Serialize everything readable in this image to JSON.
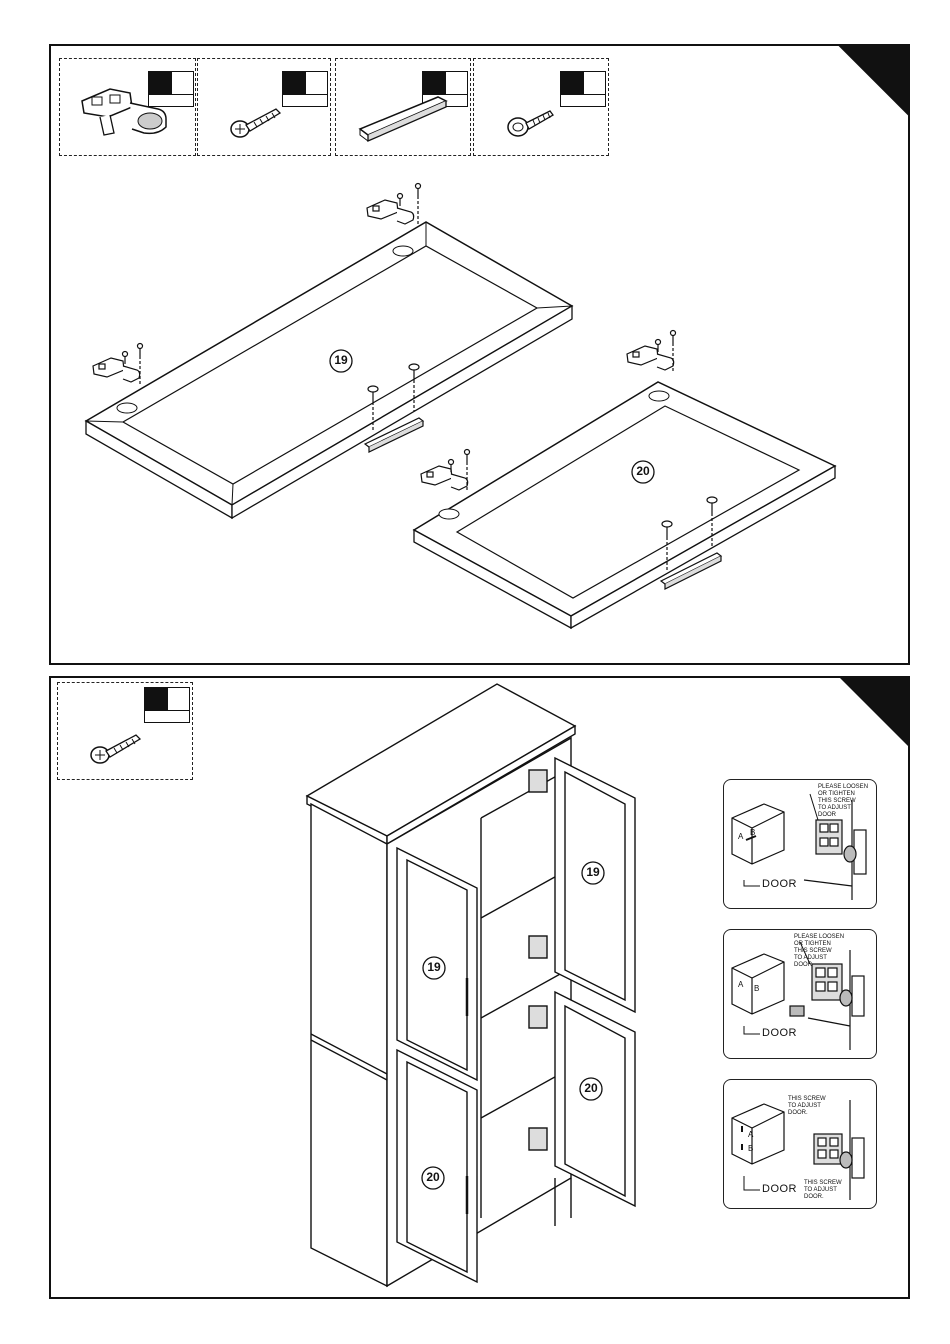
{
  "step_a": {
    "parts": [
      {
        "icon": "hinge-icon"
      },
      {
        "icon": "wood-screw-icon"
      },
      {
        "icon": "door-stop-strip-icon"
      },
      {
        "icon": "machine-screw-icon"
      }
    ],
    "door_19_label": "19",
    "door_20_label": "20"
  },
  "step_b": {
    "parts": [
      {
        "icon": "wood-screw-icon"
      }
    ],
    "door_labels": [
      "19",
      "19",
      "20",
      "20"
    ],
    "details": [
      {
        "note": "PLEASE LOOSEN\nOR TIGHTEN\nTHIS SCREW\nTO ADJUST\nDOOR",
        "door_label": "DOOR",
        "a": "A",
        "b": "B"
      },
      {
        "note": "PLEASE LOOSEN\nOR TIGHTEN\nTHIS SCREW\nTO ADJUST\nDOOR",
        "door_label": "DOOR",
        "a": "A",
        "b": "B"
      },
      {
        "note": "THIS SCREW\nTO ADJUST\nDOOR.",
        "note2": "THIS SCREW\nTO ADJUST\nDOOR.",
        "door_label": "DOOR",
        "a": "A",
        "b": "B"
      }
    ]
  },
  "colors": {
    "ink": "#111111",
    "paper": "#ffffff"
  }
}
